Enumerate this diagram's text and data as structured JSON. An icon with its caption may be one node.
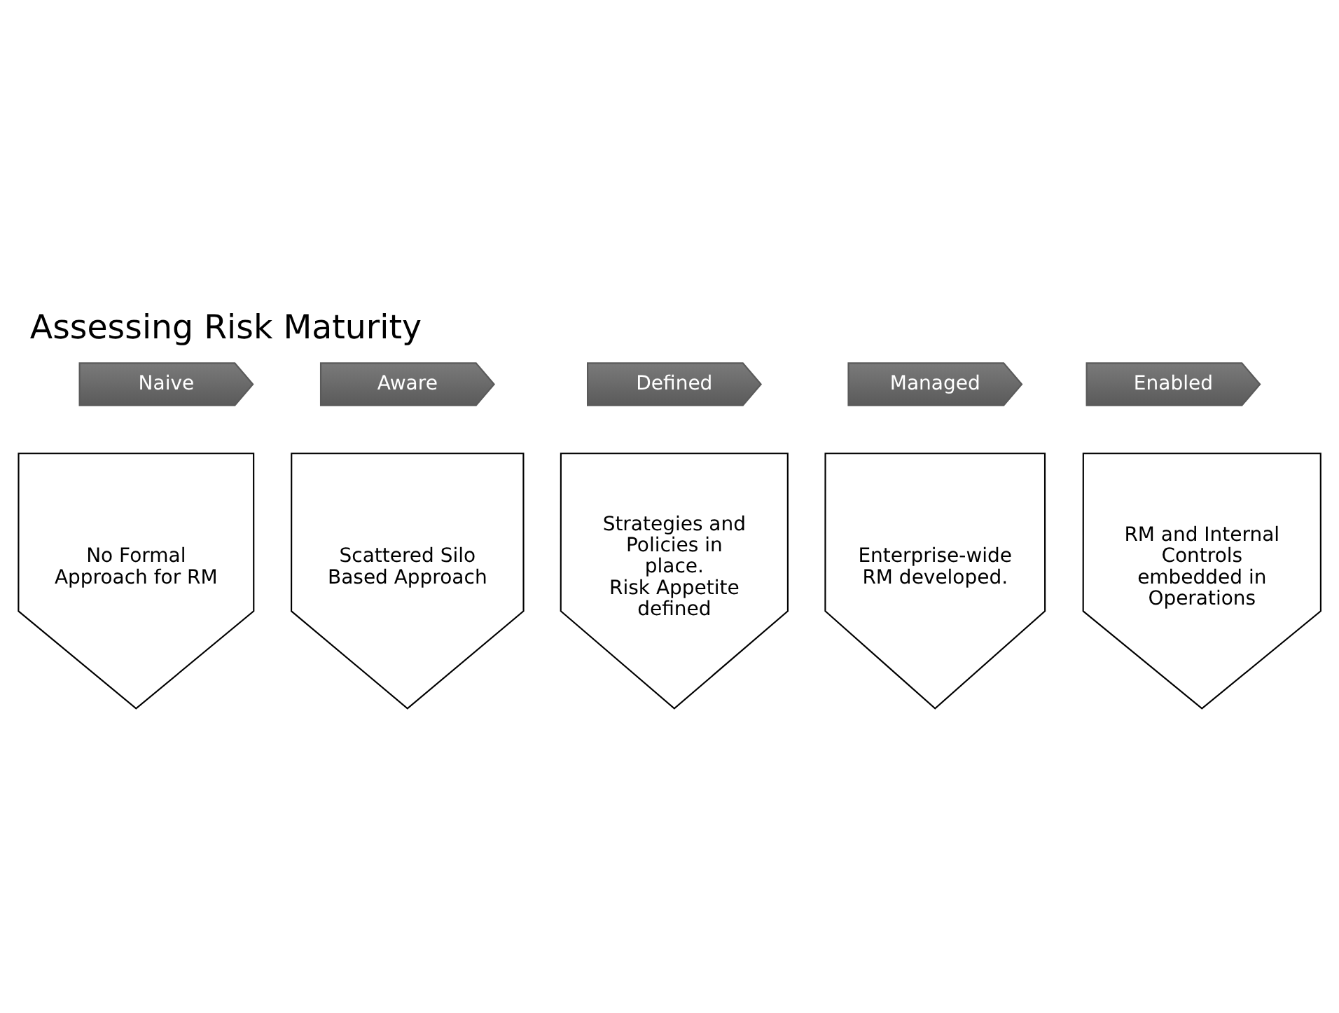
{
  "diagram": {
    "title": "Assessing Risk Maturity",
    "nodes": [
      {
        "text": [
          "Naive"
        ]
      },
      {
        "text": [
          "No Formal Approach for RM"
        ]
      },
      {
        "text": [
          "Aware"
        ]
      },
      {
        "text": [
          "Scattered Silo Based Approach"
        ]
      },
      {
        "text": [
          "Defined"
        ]
      },
      {
        "text": [
          "Strategies and Policies in place.",
          "Risk Appetite defined"
        ]
      },
      {
        "text": [
          "Managed"
        ]
      },
      {
        "text": [
          "Enterprise-wide RM developed."
        ]
      },
      {
        "text": [
          "Enabled"
        ]
      },
      {
        "text": [
          "RM and Internal Controls embedded in Operations"
        ]
      }
    ],
    "edges": []
  }
}
